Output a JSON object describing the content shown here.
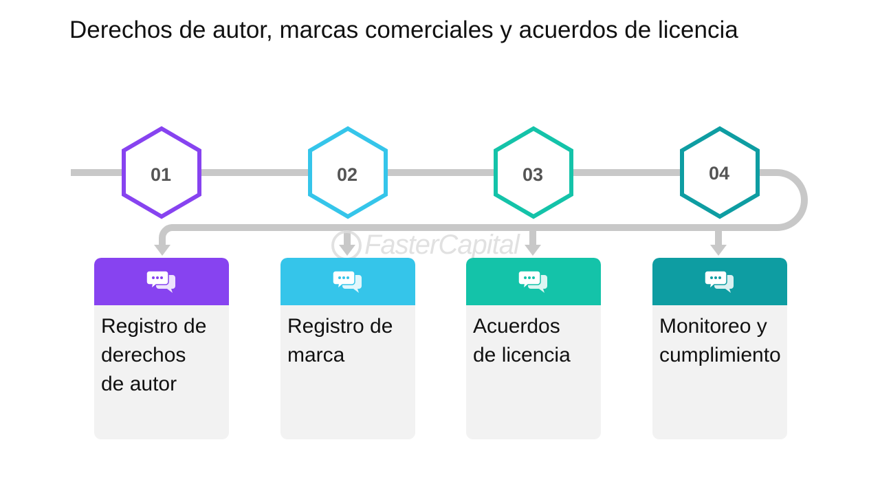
{
  "title": "Derechos de autor, marcas comerciales y acuerdos de licencia",
  "watermark": "FasterCapital",
  "colors": {
    "line": "#c8c8c8",
    "step1": "#8743f0",
    "step2": "#35c5ea",
    "step3": "#14c3a9",
    "step4": "#0e9da2",
    "card_body": "#f2f2f2"
  },
  "steps": [
    {
      "number": "01",
      "lines": [
        "Registro de",
        "derechos",
        "de autor"
      ],
      "icon": "chat-bubbles-icon"
    },
    {
      "number": "02",
      "lines": [
        "Registro de",
        "marca"
      ],
      "icon": "chat-bubbles-icon"
    },
    {
      "number": "03",
      "lines": [
        "Acuerdos",
        "de licencia"
      ],
      "icon": "chat-bubbles-icon"
    },
    {
      "number": "04",
      "lines": [
        "Monitoreo y",
        "cumplimiento"
      ],
      "icon": "chat-bubbles-icon"
    }
  ]
}
